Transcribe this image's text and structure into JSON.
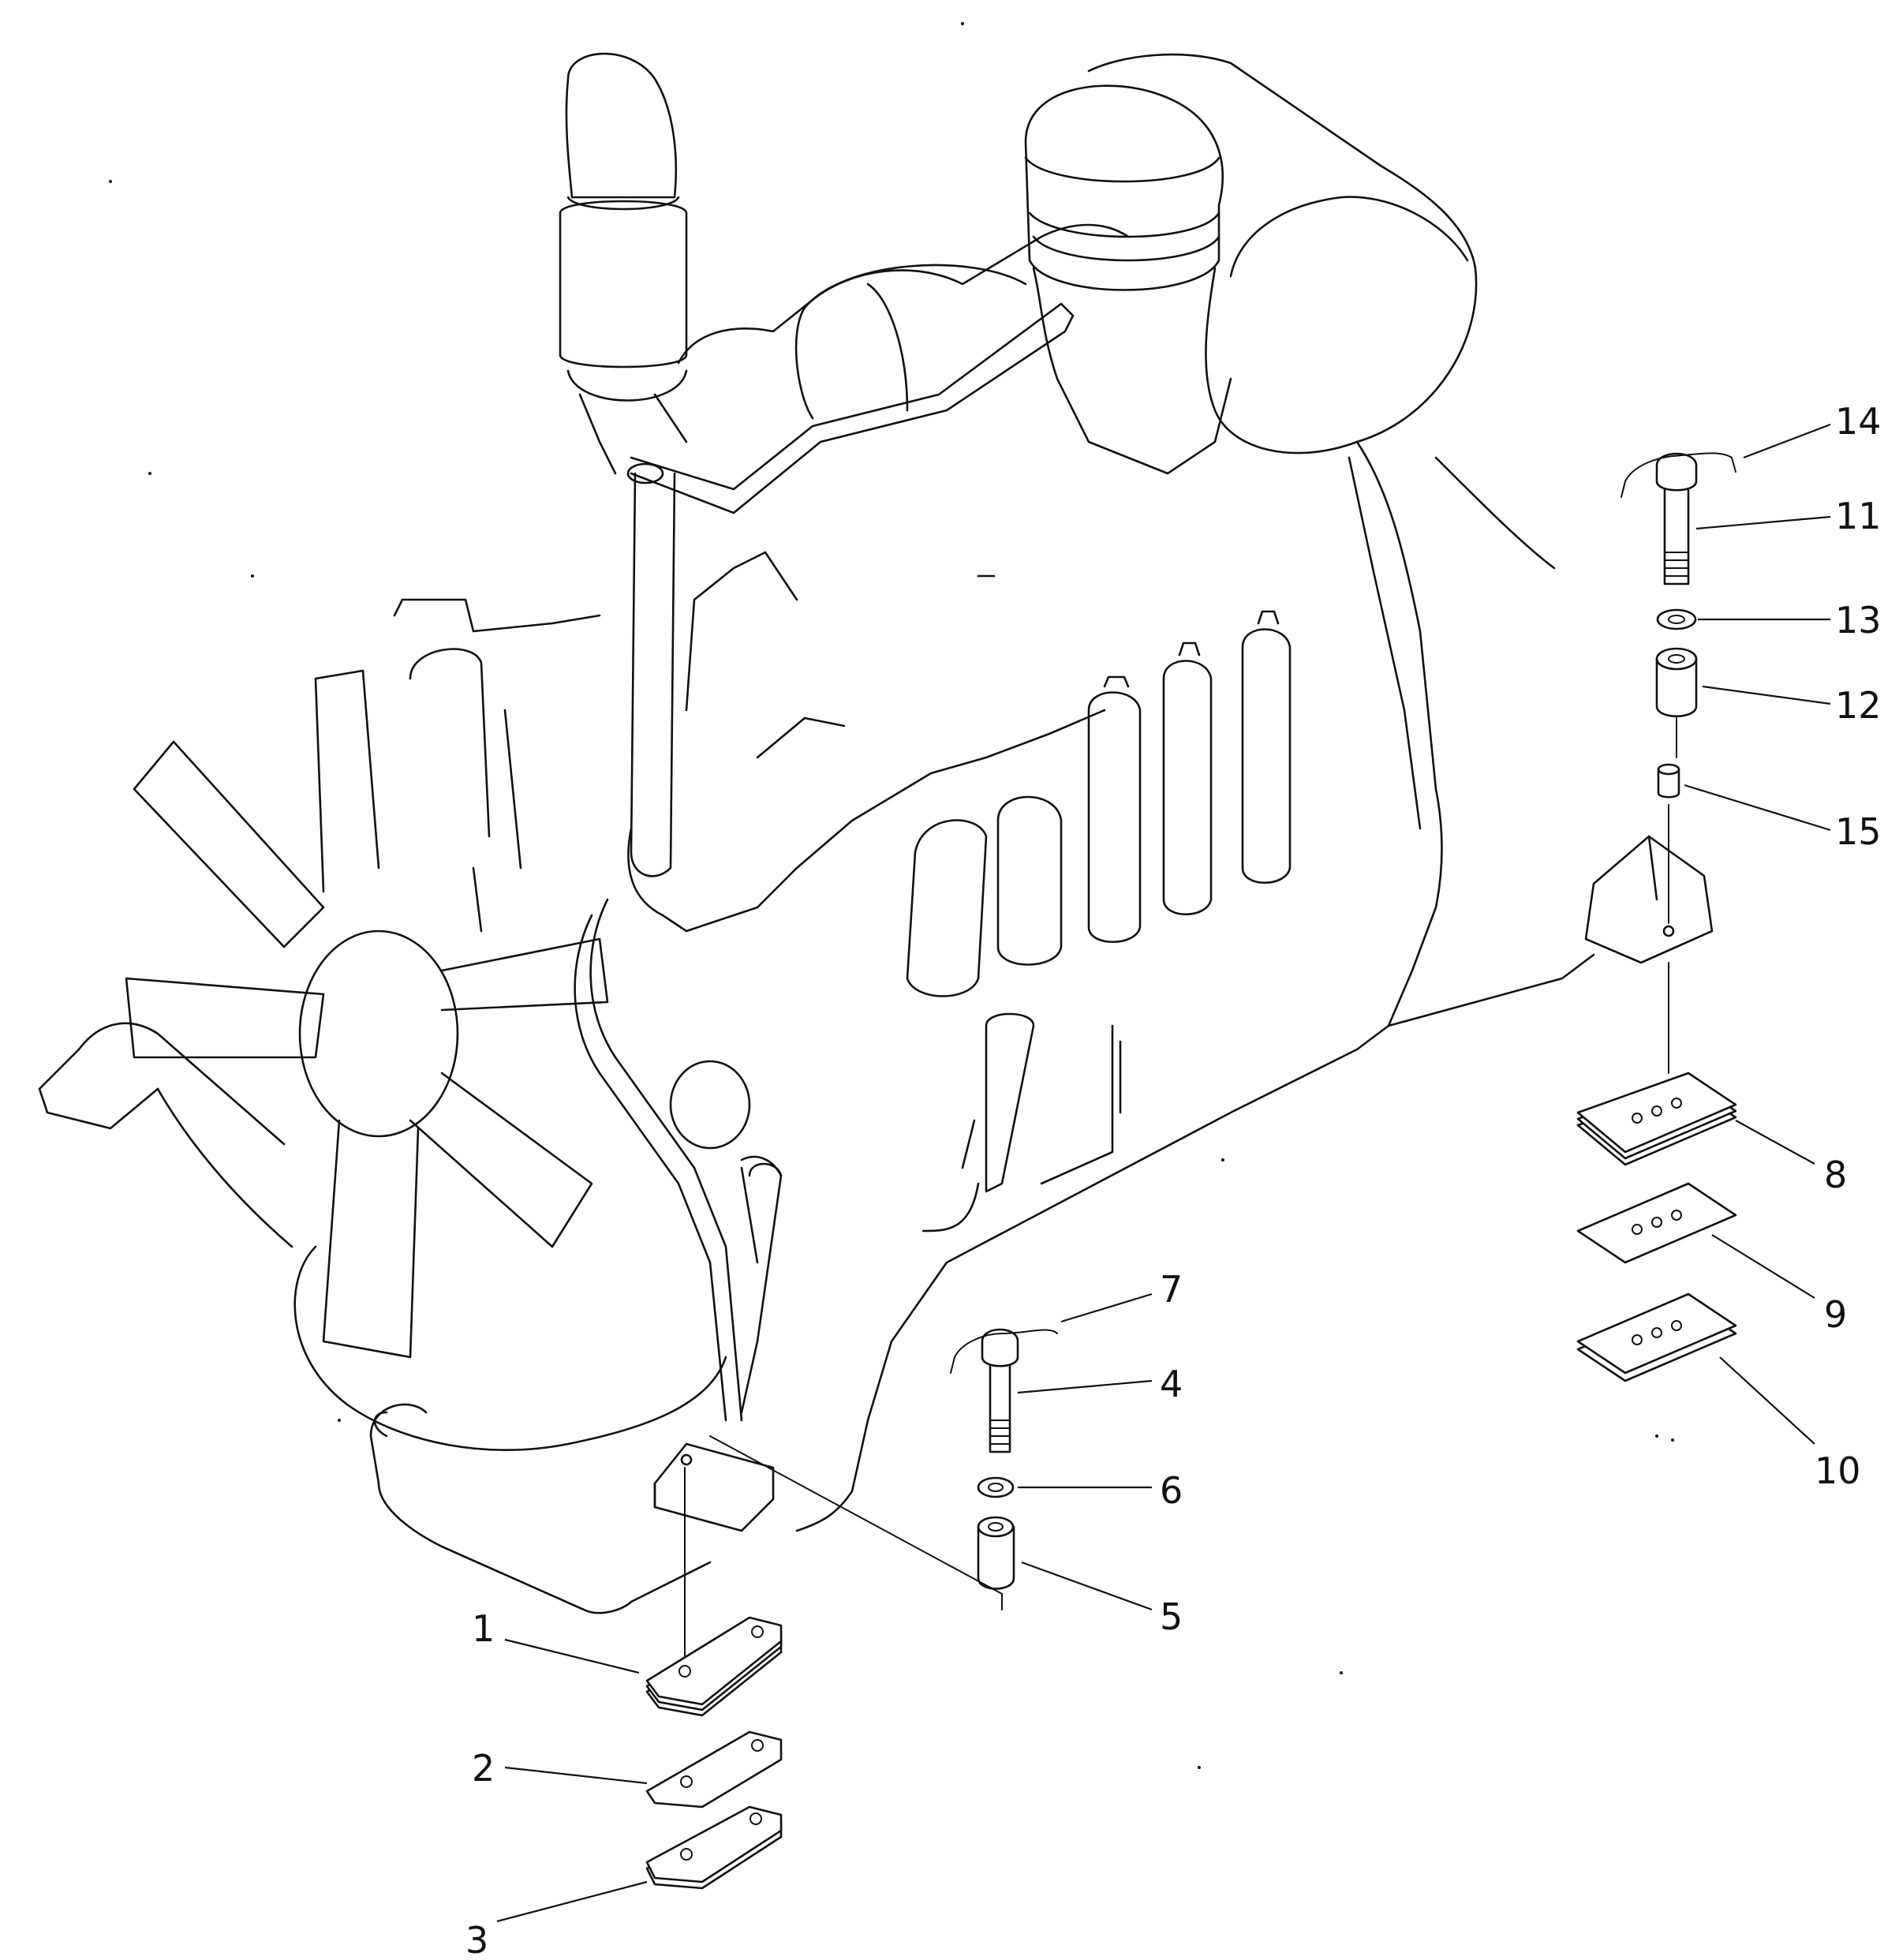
{
  "diagram": {
    "callouts": [
      {
        "id": "p1",
        "label": "1"
      },
      {
        "id": "p2",
        "label": "2"
      },
      {
        "id": "p3",
        "label": "3"
      },
      {
        "id": "p4",
        "label": "4"
      },
      {
        "id": "p5",
        "label": "5"
      },
      {
        "id": "p6",
        "label": "6"
      },
      {
        "id": "p7",
        "label": "7"
      },
      {
        "id": "p8",
        "label": "8"
      },
      {
        "id": "p9",
        "label": "9"
      },
      {
        "id": "p10",
        "label": "10"
      },
      {
        "id": "p11",
        "label": "11"
      },
      {
        "id": "p12",
        "label": "12"
      },
      {
        "id": "p13",
        "label": "13"
      },
      {
        "id": "p14",
        "label": "14"
      },
      {
        "id": "p15",
        "label": "15"
      }
    ],
    "line_color": "#111111",
    "background": "#ffffff"
  }
}
